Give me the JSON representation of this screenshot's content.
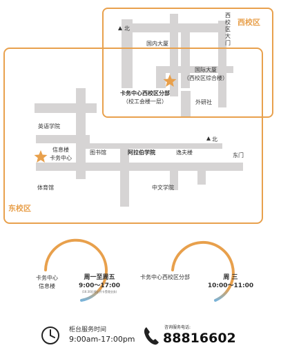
{
  "colors": {
    "accent": "#e8a04c",
    "road": "#d6d4d4",
    "border": "#e8a04c",
    "text": "#333333",
    "progress_end": "#7ab3d8"
  },
  "west_campus": {
    "name": "西校区",
    "north": "北",
    "gate": "西校区大门",
    "labels": {
      "domestic": "国内大厦",
      "intl": "国际大厦",
      "intl_sub": "（西校区综合楼）",
      "branch": "卡务中心西校区分部",
      "branch_sub": "（校工会楼一层）",
      "waiyan": "外研社"
    }
  },
  "east_campus": {
    "name": "东校区",
    "north": "北",
    "gate": "东门",
    "labels": {
      "english": "英语学院",
      "info": "信息楼",
      "card": "卡务中心",
      "library": "图书馆",
      "arabic": "阿拉伯学院",
      "yifu": "逸夫楼",
      "gym": "体育馆",
      "chinese": "中文学院"
    }
  },
  "schedule": [
    {
      "place_l1": "卡务中心",
      "place_l2": "信息楼",
      "days": "周一至周五",
      "time": "9:00～17:00",
      "note": "(16:30后停止开卡受理业务)",
      "progress": 0.1
    },
    {
      "place_l1": "卡务中心西校区分部",
      "days": "周 三",
      "time": "10:00～11:00",
      "progress": 0.1
    }
  ],
  "footer": {
    "hours_label": "柜台服务时间",
    "hours": "9:00am-17:00pm",
    "phone_label": "咨询服务电话:",
    "phone": "88816602"
  },
  "icons": [
    "clock-icon",
    "phone-icon",
    "star-icon",
    "north-arrow-icon"
  ]
}
